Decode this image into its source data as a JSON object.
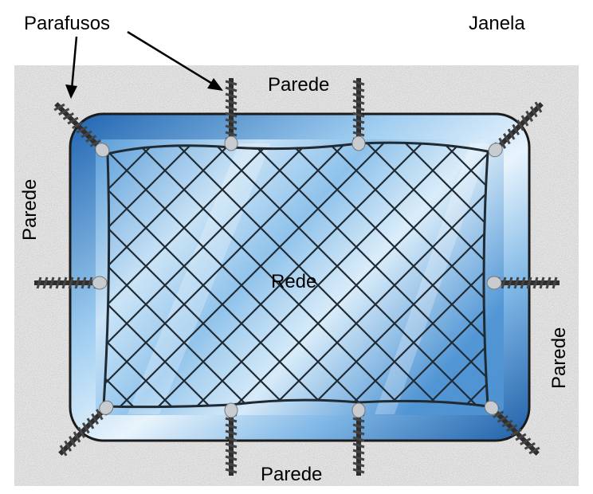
{
  "labels": {
    "screws": "Parafusos",
    "window": "Janela",
    "wall_top": "Parede",
    "wall_left": "Parede",
    "wall_right": "Parede",
    "wall_bottom": "Parede",
    "net": "Rede"
  },
  "colors": {
    "wall_fill": "#e6e6e6",
    "frame_blue_dark": "#2a6fb8",
    "frame_blue_light": "#cfe6f7",
    "net_line": "#1f2a33",
    "screw": "#3a3a3a",
    "clip": "#b9bcc0"
  },
  "icons": {
    "screw": "screw-icon",
    "clip": "clip-icon"
  }
}
